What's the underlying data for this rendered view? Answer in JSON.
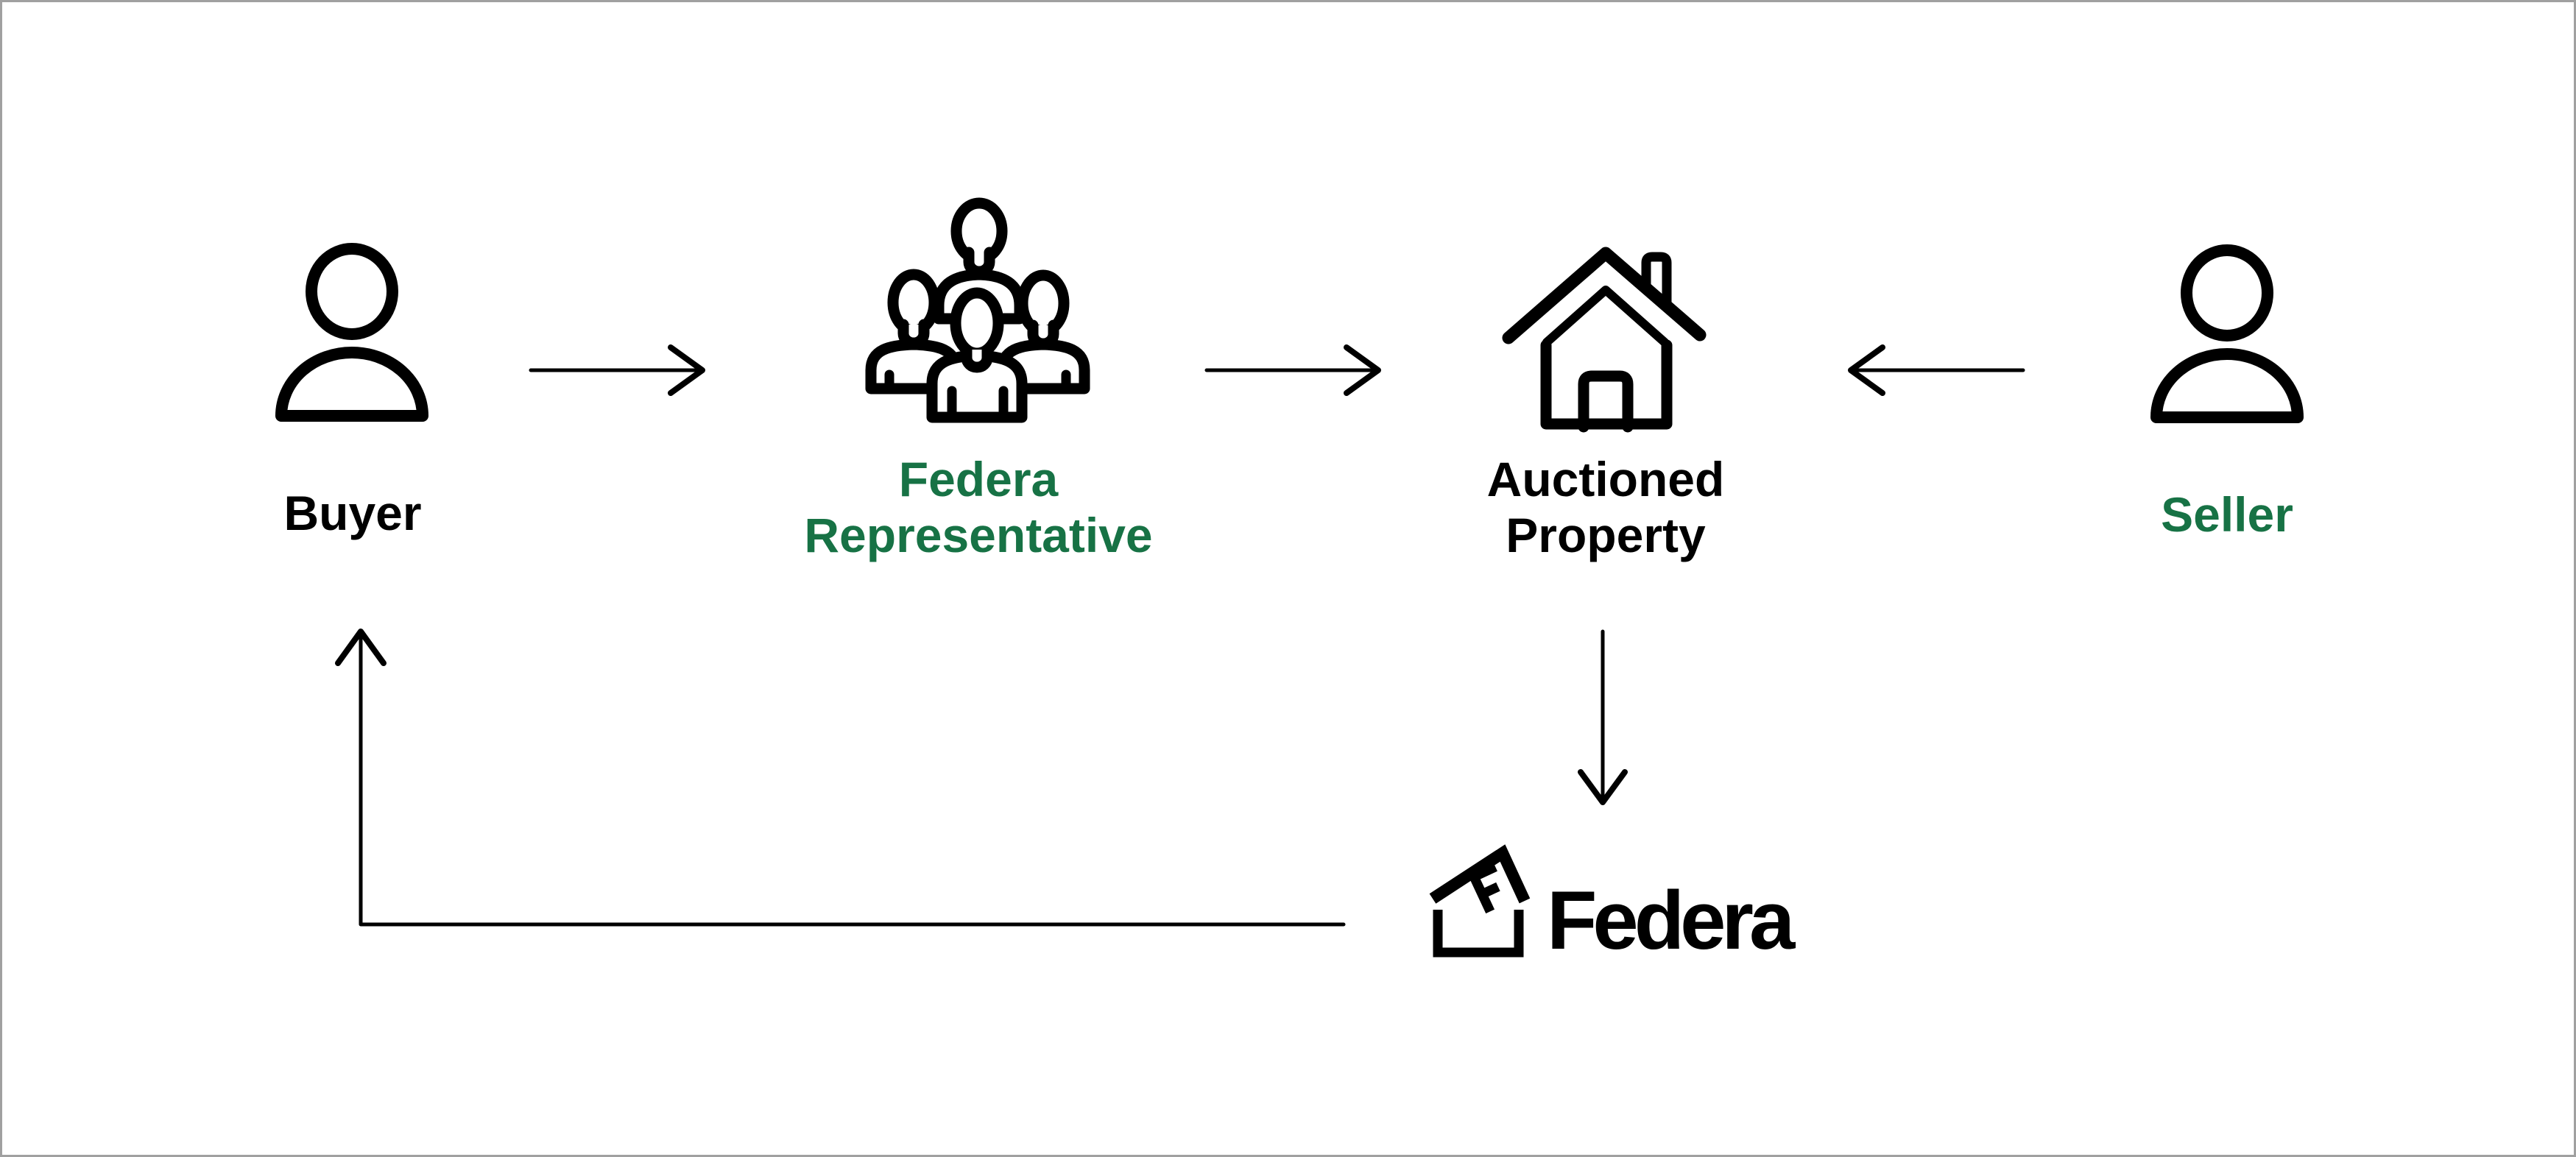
{
  "canvas": {
    "background": "#ffffff",
    "border_color": "#a0a0a0"
  },
  "colors": {
    "black": "#000000",
    "accent_green": "#177245"
  },
  "nodes": {
    "buyer": {
      "label": "Buyer",
      "color": "#000000",
      "icon": "person-icon"
    },
    "federa_representative": {
      "line1": "Federa",
      "line2": "Representative",
      "color": "#177245",
      "icon": "people-group-icon"
    },
    "auctioned_property": {
      "line1": "Auctioned",
      "line2": "Property",
      "color": "#000000",
      "icon": "house-icon"
    },
    "seller": {
      "label": "Seller",
      "color": "#177245",
      "icon": "person-icon"
    }
  },
  "logo": {
    "text": "Federa",
    "icon": "federa-house-f-glyph"
  },
  "edges": [
    {
      "from": "buyer",
      "to": "federa_representative",
      "style": "straight-arrow-right"
    },
    {
      "from": "federa_representative",
      "to": "auctioned_property",
      "style": "straight-arrow-right"
    },
    {
      "from": "seller",
      "to": "auctioned_property",
      "style": "straight-arrow-left"
    },
    {
      "from": "auctioned_property",
      "to": "federa_logo",
      "style": "straight-arrow-down"
    },
    {
      "from": "federa_logo",
      "to": "buyer",
      "style": "elbow-arrow-up"
    }
  ]
}
